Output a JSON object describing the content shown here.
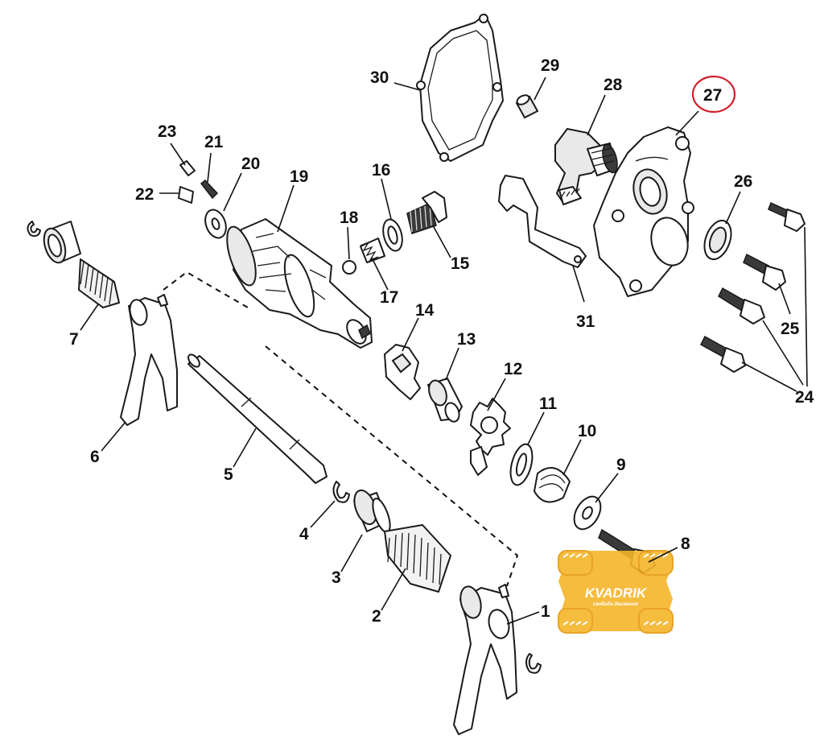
{
  "diagram": {
    "highlighted_part": "27",
    "highlight_color": "#d0202a",
    "parts": [
      {
        "id": "1",
        "label": "1"
      },
      {
        "id": "2",
        "label": "2"
      },
      {
        "id": "3",
        "label": "3"
      },
      {
        "id": "4",
        "label": "4"
      },
      {
        "id": "5",
        "label": "5"
      },
      {
        "id": "6",
        "label": "6"
      },
      {
        "id": "7",
        "label": "7"
      },
      {
        "id": "8",
        "label": "8"
      },
      {
        "id": "9",
        "label": "9"
      },
      {
        "id": "10",
        "label": "10"
      },
      {
        "id": "11",
        "label": "11"
      },
      {
        "id": "12",
        "label": "12"
      },
      {
        "id": "13",
        "label": "13"
      },
      {
        "id": "14",
        "label": "14"
      },
      {
        "id": "15",
        "label": "15"
      },
      {
        "id": "16",
        "label": "16"
      },
      {
        "id": "17",
        "label": "17"
      },
      {
        "id": "18",
        "label": "18"
      },
      {
        "id": "19",
        "label": "19"
      },
      {
        "id": "20",
        "label": "20"
      },
      {
        "id": "21",
        "label": "21"
      },
      {
        "id": "22",
        "label": "22"
      },
      {
        "id": "23",
        "label": "23"
      },
      {
        "id": "24",
        "label": "24"
      },
      {
        "id": "25",
        "label": "25"
      },
      {
        "id": "26",
        "label": "26"
      },
      {
        "id": "27",
        "label": "27"
      },
      {
        "id": "28",
        "label": "28"
      },
      {
        "id": "29",
        "label": "29"
      },
      {
        "id": "30",
        "label": "30"
      },
      {
        "id": "31",
        "label": "31"
      }
    ]
  },
  "watermark": {
    "brand": "KVADRIK",
    "tagline": "свобода движения",
    "color": "#f5b52a"
  }
}
